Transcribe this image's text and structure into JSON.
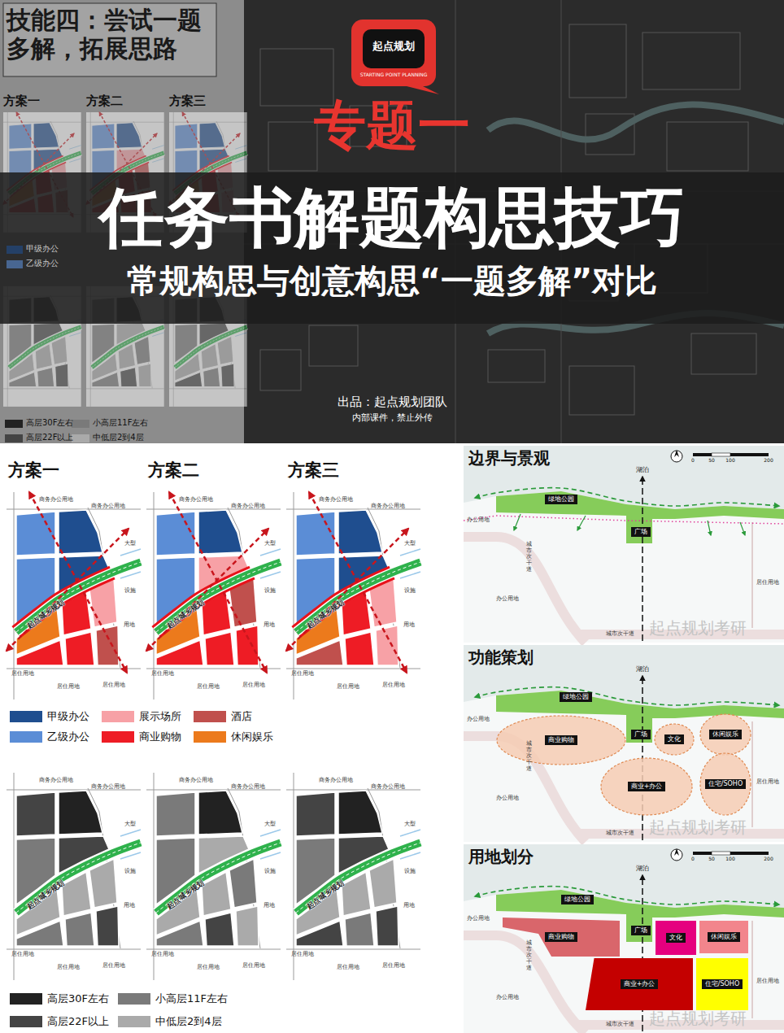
{
  "diagram": {
    "title": "任务书解题构思技巧",
    "nodes": [
      {
        "text": [
          "边界与景观"
        ]
      },
      {
        "text": [
          "绿地公园"
        ],
        "in": 0
      },
      {
        "text": [
          "广场"
        ],
        "in": 0
      },
      {
        "text": [
          "功能策划"
        ]
      },
      {
        "text": [
          "商业购物"
        ],
        "in": 3
      },
      {
        "text": [
          "绿地公园"
        ],
        "in": 3
      },
      {
        "text": [
          "广场"
        ],
        "in": 3
      },
      {
        "text": [
          "文化"
        ],
        "in": 3
      },
      {
        "text": [
          "休闲娱乐"
        ],
        "in": 3
      },
      {
        "text": [
          "商业+办公"
        ],
        "in": 3
      },
      {
        "text": [
          "住宅/SOHO"
        ],
        "in": 3
      },
      {
        "text": [
          "用地划分"
        ]
      },
      {
        "text": [
          "商业购物"
        ],
        "in": 11
      },
      {
        "text": [
          "绿地公园"
        ],
        "in": 11
      },
      {
        "text": [
          "广场"
        ],
        "in": 11
      },
      {
        "text": [
          "文化"
        ],
        "in": 11
      },
      {
        "text": [
          "休闲娱乐"
        ],
        "in": 11
      },
      {
        "text": [
          "商业+办公"
        ],
        "in": 11
      },
      {
        "text": [
          "住宅/SOHO"
        ],
        "in": 11
      }
    ],
    "labels": [
      "技能四：尝试一题 多解，拓展思路",
      "起点规划",
      "STARTING POINT PLANNING",
      "专题一",
      "常规构思与创意构思“一题多解”对比",
      "出品：起点规划团队",
      "内部课件，禁止外传",
      "方案一",
      "方案二",
      "方案三",
      "甲级办公",
      "乙级办公",
      "高层30F左右",
      "小高层11F左右",
      "高层22F以上",
      "中低层2到4层",
      "方案一",
      "方案二",
      "方案三",
      "商务办公用地",
      "商务办公用地",
      "大型",
      "设施",
      "用地",
      "居住用地",
      "居住用地",
      "居住用地",
      "起点城乡规划",
      "商务办公用地",
      "商务办公用地",
      "大型",
      "设施",
      "用地",
      "居住用地",
      "居住用地",
      "居住用地",
      "起点城乡规划",
      "商务办公用地",
      "商务办公用地",
      "大型",
      "设施",
      "用地",
      "居住用地",
      "居住用地",
      "居住用地",
      "起点城乡规划",
      "商务办公用地",
      "商务办公用地",
      "大型",
      "设施",
      "用地",
      "居住用地",
      "居住用地",
      "居住用地",
      "起点城乡规划",
      "商务办公用地",
      "商务办公用地",
      "大型",
      "设施",
      "用地",
      "居住用地",
      "居住用地",
      "居住用地",
      "起点城乡规划",
      "商务办公用地",
      "商务办公用地",
      "大型",
      "设施",
      "用地",
      "居住用地",
      "居住用地",
      "居住用地",
      "起点城乡规划",
      "湖泊",
      "办公用地",
      "城市次干道",
      "办公用地",
      "居住用地",
      "城市次干道",
      "起点规划考研",
      "0",
      "50",
      "100",
      "200",
      "湖泊",
      "办公用地",
      "城市次干道",
      "办公用地",
      "居住用地",
      "城市次干道",
      "起点规划考研",
      "湖泊",
      "办公用地",
      "城市次干道",
      "办公用地",
      "居住用地",
      "城市次干道",
      "起点规划考研",
      "0",
      "50",
      "100",
      "200"
    ],
    "legend": [
      {
        "text": "甲级办公",
        "color": "#1f4e8f"
      },
      {
        "text": "展示场所",
        "color": "#f7a1a6"
      },
      {
        "text": "酒店",
        "color": "#c0504d"
      },
      {
        "text": "乙级办公",
        "color": "#5b8dd6"
      },
      {
        "text": "商业购物",
        "color": "#ee1c25"
      },
      {
        "text": "休闲娱乐",
        "color": "#ec7a1c"
      },
      {
        "text": "高层30F左右",
        "color": "#222222"
      },
      {
        "text": "小高层11F左右",
        "color": "#7a7a7a"
      },
      {
        "text": "高层22F以上",
        "color": "#444444"
      },
      {
        "text": "中低层2到4层",
        "color": "#aaaaaa"
      }
    ]
  }
}
